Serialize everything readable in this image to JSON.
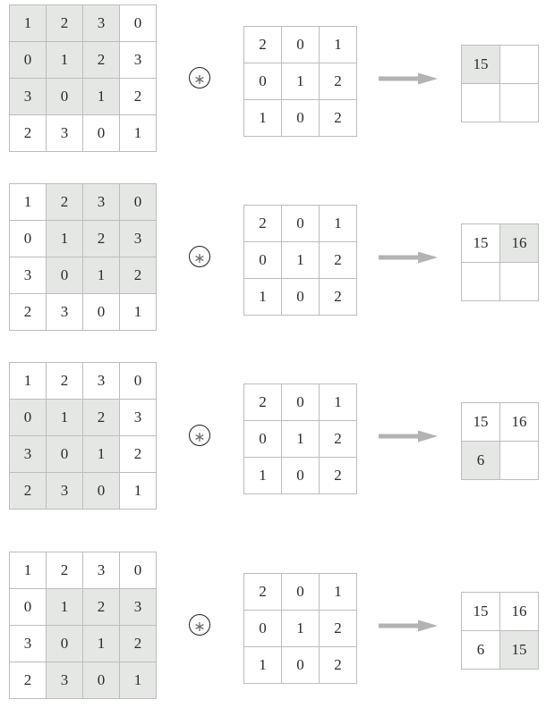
{
  "figure": {
    "type": "convolution-steps",
    "operator_symbol": "∗",
    "arrow_symbol": "→",
    "colors": {
      "highlight": "#e5e7e5",
      "grid_border": "#bcbcbc",
      "text": "#2e2a28",
      "arrow": "#b3b3b3",
      "circle_outline": "#1d1d1d"
    },
    "input_matrix": [
      [
        "1",
        "2",
        "3",
        "0"
      ],
      [
        "0",
        "1",
        "2",
        "3"
      ],
      [
        "3",
        "0",
        "1",
        "2"
      ],
      [
        "2",
        "3",
        "0",
        "1"
      ]
    ],
    "kernel_matrix": [
      [
        "2",
        "0",
        "1"
      ],
      [
        "0",
        "1",
        "2"
      ],
      [
        "1",
        "0",
        "2"
      ]
    ]
  },
  "steps": [
    {
      "index": 1,
      "input_highlight": [
        [
          0,
          0
        ],
        [
          0,
          1
        ],
        [
          0,
          2
        ],
        [
          1,
          0
        ],
        [
          1,
          1
        ],
        [
          1,
          2
        ],
        [
          2,
          0
        ],
        [
          2,
          1
        ],
        [
          2,
          2
        ]
      ],
      "output": [
        [
          "15",
          ""
        ],
        [
          "",
          ""
        ]
      ],
      "output_highlight": [
        [
          0,
          0
        ]
      ]
    },
    {
      "index": 2,
      "input_highlight": [
        [
          0,
          1
        ],
        [
          0,
          2
        ],
        [
          0,
          3
        ],
        [
          1,
          1
        ],
        [
          1,
          2
        ],
        [
          1,
          3
        ],
        [
          2,
          1
        ],
        [
          2,
          2
        ],
        [
          2,
          3
        ]
      ],
      "output": [
        [
          "15",
          "16"
        ],
        [
          "",
          ""
        ]
      ],
      "output_highlight": [
        [
          0,
          1
        ]
      ]
    },
    {
      "index": 3,
      "input_highlight": [
        [
          1,
          0
        ],
        [
          1,
          1
        ],
        [
          1,
          2
        ],
        [
          2,
          0
        ],
        [
          2,
          1
        ],
        [
          2,
          2
        ],
        [
          3,
          0
        ],
        [
          3,
          1
        ],
        [
          3,
          2
        ]
      ],
      "output": [
        [
          "15",
          "16"
        ],
        [
          "6",
          ""
        ]
      ],
      "output_highlight": [
        [
          1,
          0
        ]
      ]
    },
    {
      "index": 4,
      "input_highlight": [
        [
          1,
          1
        ],
        [
          1,
          2
        ],
        [
          1,
          3
        ],
        [
          2,
          1
        ],
        [
          2,
          2
        ],
        [
          2,
          3
        ],
        [
          3,
          1
        ],
        [
          3,
          2
        ],
        [
          3,
          3
        ]
      ],
      "output": [
        [
          "15",
          "16"
        ],
        [
          "6",
          "15"
        ]
      ],
      "output_highlight": [
        [
          1,
          1
        ]
      ]
    }
  ],
  "row_tops": [
    0,
    200,
    400,
    612
  ]
}
